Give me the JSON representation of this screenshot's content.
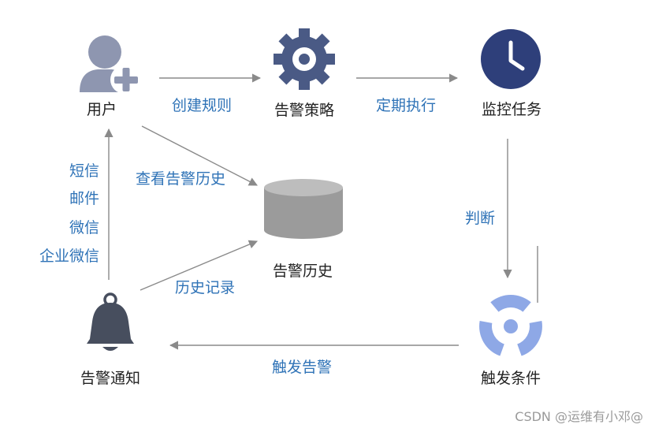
{
  "nodes": {
    "user": "用户",
    "policy": "告警策略",
    "monitor": "监控任务",
    "history": "告警历史",
    "notify": "告警通知",
    "trigger": "触发条件"
  },
  "edges": {
    "create_rule": "创建规则",
    "scheduled_exec": "定期执行",
    "judge": "判断",
    "fire_alert": "触发告警",
    "view_history": "查看告警历史",
    "history_record": "历史记录",
    "channels": [
      "短信",
      "邮件",
      "微信",
      "企业微信"
    ]
  },
  "watermark": "CSDN @运维有小邓@",
  "colors": {
    "edge_label": "#2f73b7",
    "icon_gray_blue": "#8e96b0",
    "gear": "#4a5a85",
    "clock": "#2e3f7a",
    "bell": "#474e5e",
    "trigger": "#8ea8e6",
    "database": "#9b9b9b"
  }
}
